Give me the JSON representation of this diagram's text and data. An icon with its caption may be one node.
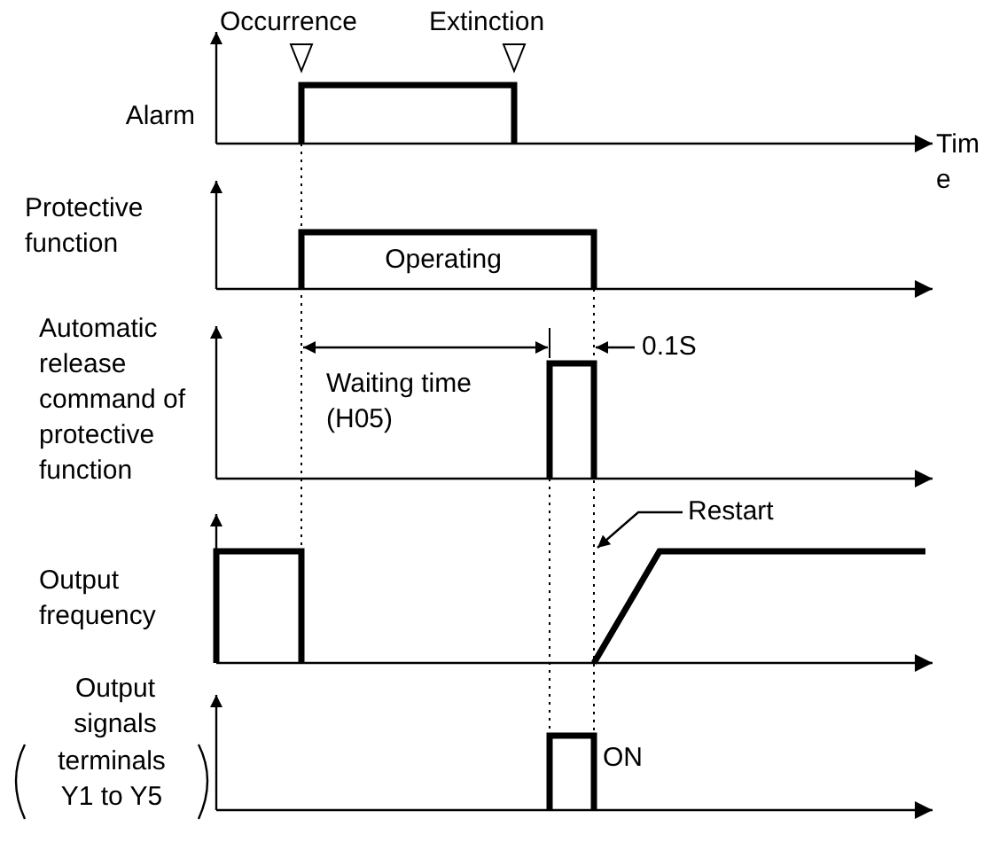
{
  "diagram": {
    "nodes": [
      {
        "text": [
          "Restart"
        ]
      },
      {
        "text": [],
        "shape": "line"
      }
    ],
    "edges": [
      {
        "from": 0,
        "to": 1,
        "arrow": "to"
      }
    ],
    "labels": [
      "Occurrence",
      "Extinction",
      "Alarm",
      "Time",
      "Protective function",
      "Operating",
      "Automatic release command of protective function",
      "0.1S",
      "Waiting time (H05)",
      "Output frequency",
      "Output signals",
      "terminals Y1 to Y5",
      "ON"
    ]
  }
}
